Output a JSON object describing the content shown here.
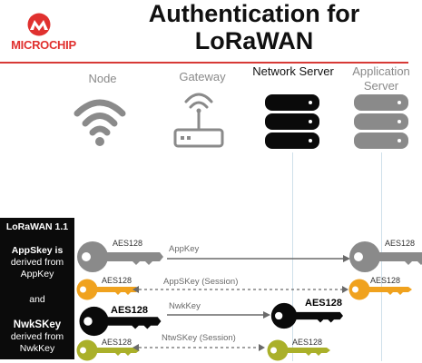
{
  "header": {
    "logo_text": "MICROCHIP",
    "title_line1": "Authentication for",
    "title_line2": "LoRaWAN"
  },
  "columns": [
    {
      "label": "Node",
      "icon": "wifi-icon"
    },
    {
      "label": "Gateway",
      "icon": "gateway-router-icon"
    },
    {
      "label": "Network Server",
      "icon": "database-icon"
    },
    {
      "label": "Application Server",
      "icon": "database-icon"
    }
  ],
  "info_box": {
    "heading": "LoRaWAN 1.1",
    "line1": "AppSkey is",
    "line2": "derived from",
    "line3": "AppKey",
    "and": "and",
    "line4": "NwkSKey",
    "line5": "derived from",
    "line6": "NwkKey"
  },
  "rows": [
    {
      "left_algo": "AES128",
      "label": "AppKey",
      "right_algo": "AES128",
      "style": "solid",
      "key_color": "#8a8a8a"
    },
    {
      "left_algo": "AES128",
      "label": "AppSKey (Session)",
      "right_algo": "AES128",
      "style": "dashed",
      "key_color": "#f0a21e"
    },
    {
      "left_algo": "AES128",
      "label": "NwkKey",
      "right_algo": "AES128",
      "style": "solid",
      "key_color": "#0a0a0a"
    },
    {
      "left_algo": "AES128",
      "label": "NtwSKey (Session)",
      "right_algo": "AES128",
      "style": "dashed",
      "key_color": "#aab02a"
    }
  ],
  "colors": {
    "brand_red": "#e0312f",
    "rule_red": "#d73a36",
    "app_key_gray": "#8a8a8a",
    "app_session_orange": "#f0a21e",
    "nwk_key_black": "#0a0a0a",
    "nwk_session_olive": "#aab02a"
  }
}
